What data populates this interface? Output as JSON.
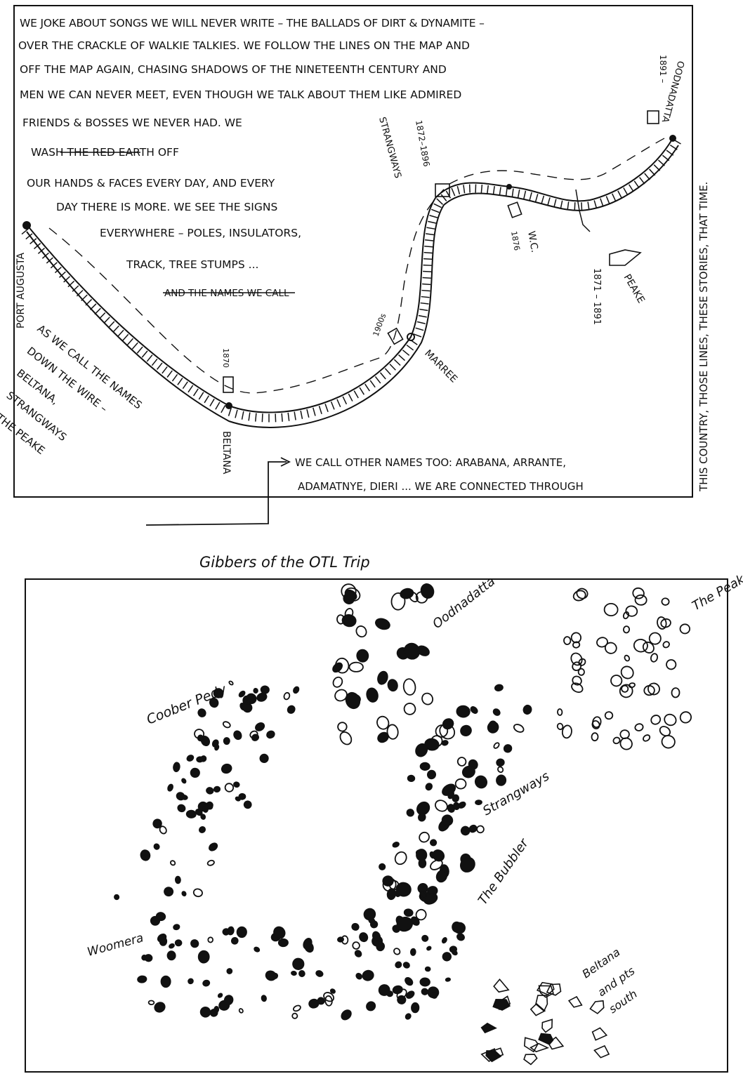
{
  "top_panel": {
    "paragraph_lines": [
      "WE JOKE ABOUT SONGS WE WILL NEVER WRITE – THE BALLADS OF DIRT & DYNAMITE –",
      "OVER THE CRACKLE OF WALKIE TALKIES. WE FOLLOW THE LINES ON THE MAP AND",
      "OFF THE MAP AGAIN, CHASING SHADOWS OF THE NINETEENTH CENTURY AND",
      "MEN WE CAN NEVER MEET, EVEN THOUGH WE TALK ABOUT THEM LIKE ADMIRED",
      "FRIENDS & BOSSES WE NEVER HAD. WE",
      "WASH THE RED EARTH OFF",
      "OUR HANDS & FACES EVERY DAY, AND EVERY",
      "DAY THERE IS MORE. WE SEE THE SIGNS",
      "EVERYWHERE – POLES, INSULATORS,",
      "TRACK, TREE STUMPS ...",
      "AND THE NAMES WE CALL"
    ],
    "places": {
      "port_augusta": "PORT AUGUSTA",
      "beltana": "BELTANA",
      "beltana_year": "1870",
      "marree": "MARREE",
      "marree_year": "1900s",
      "strangways": "STRANGWAYS",
      "strangways_years": "1872–1896",
      "wc": "W.C.",
      "wc_year": "1876",
      "peake": "PEAKE",
      "peake_years": "1871 – 1891",
      "oodnadatta": "OODNADATTA",
      "oodnadatta_year": "1891 –"
    },
    "call_lines": [
      "AS WE CALL THE NAMES",
      "DOWN THE WIRE –",
      "BELTANA,",
      "STRANGWAYS",
      "THE PEAKE"
    ],
    "other_names_lines": [
      "WE CALL OTHER NAMES TOO: ARABANA, ARRANTE,",
      "ADAMATNYE, DIERI ... WE ARE CONNECTED THROUGH"
    ],
    "right_edge_text": "THIS COUNTRY, THOSE LINES, THESE STORIES, THAT TIME."
  },
  "bottom_panel": {
    "title": "Gibbers of the OTL Trip",
    "labels": {
      "coober_pedy": "Coober Pedy",
      "oodnadatta": "Oodnadatta",
      "the_peake": "The Peake",
      "strangways": "Strangways",
      "the_bubbler": "The Bubbler",
      "woomera": "Woomera",
      "beltana_south": [
        "Beltana",
        "and pts",
        "south"
      ]
    }
  }
}
